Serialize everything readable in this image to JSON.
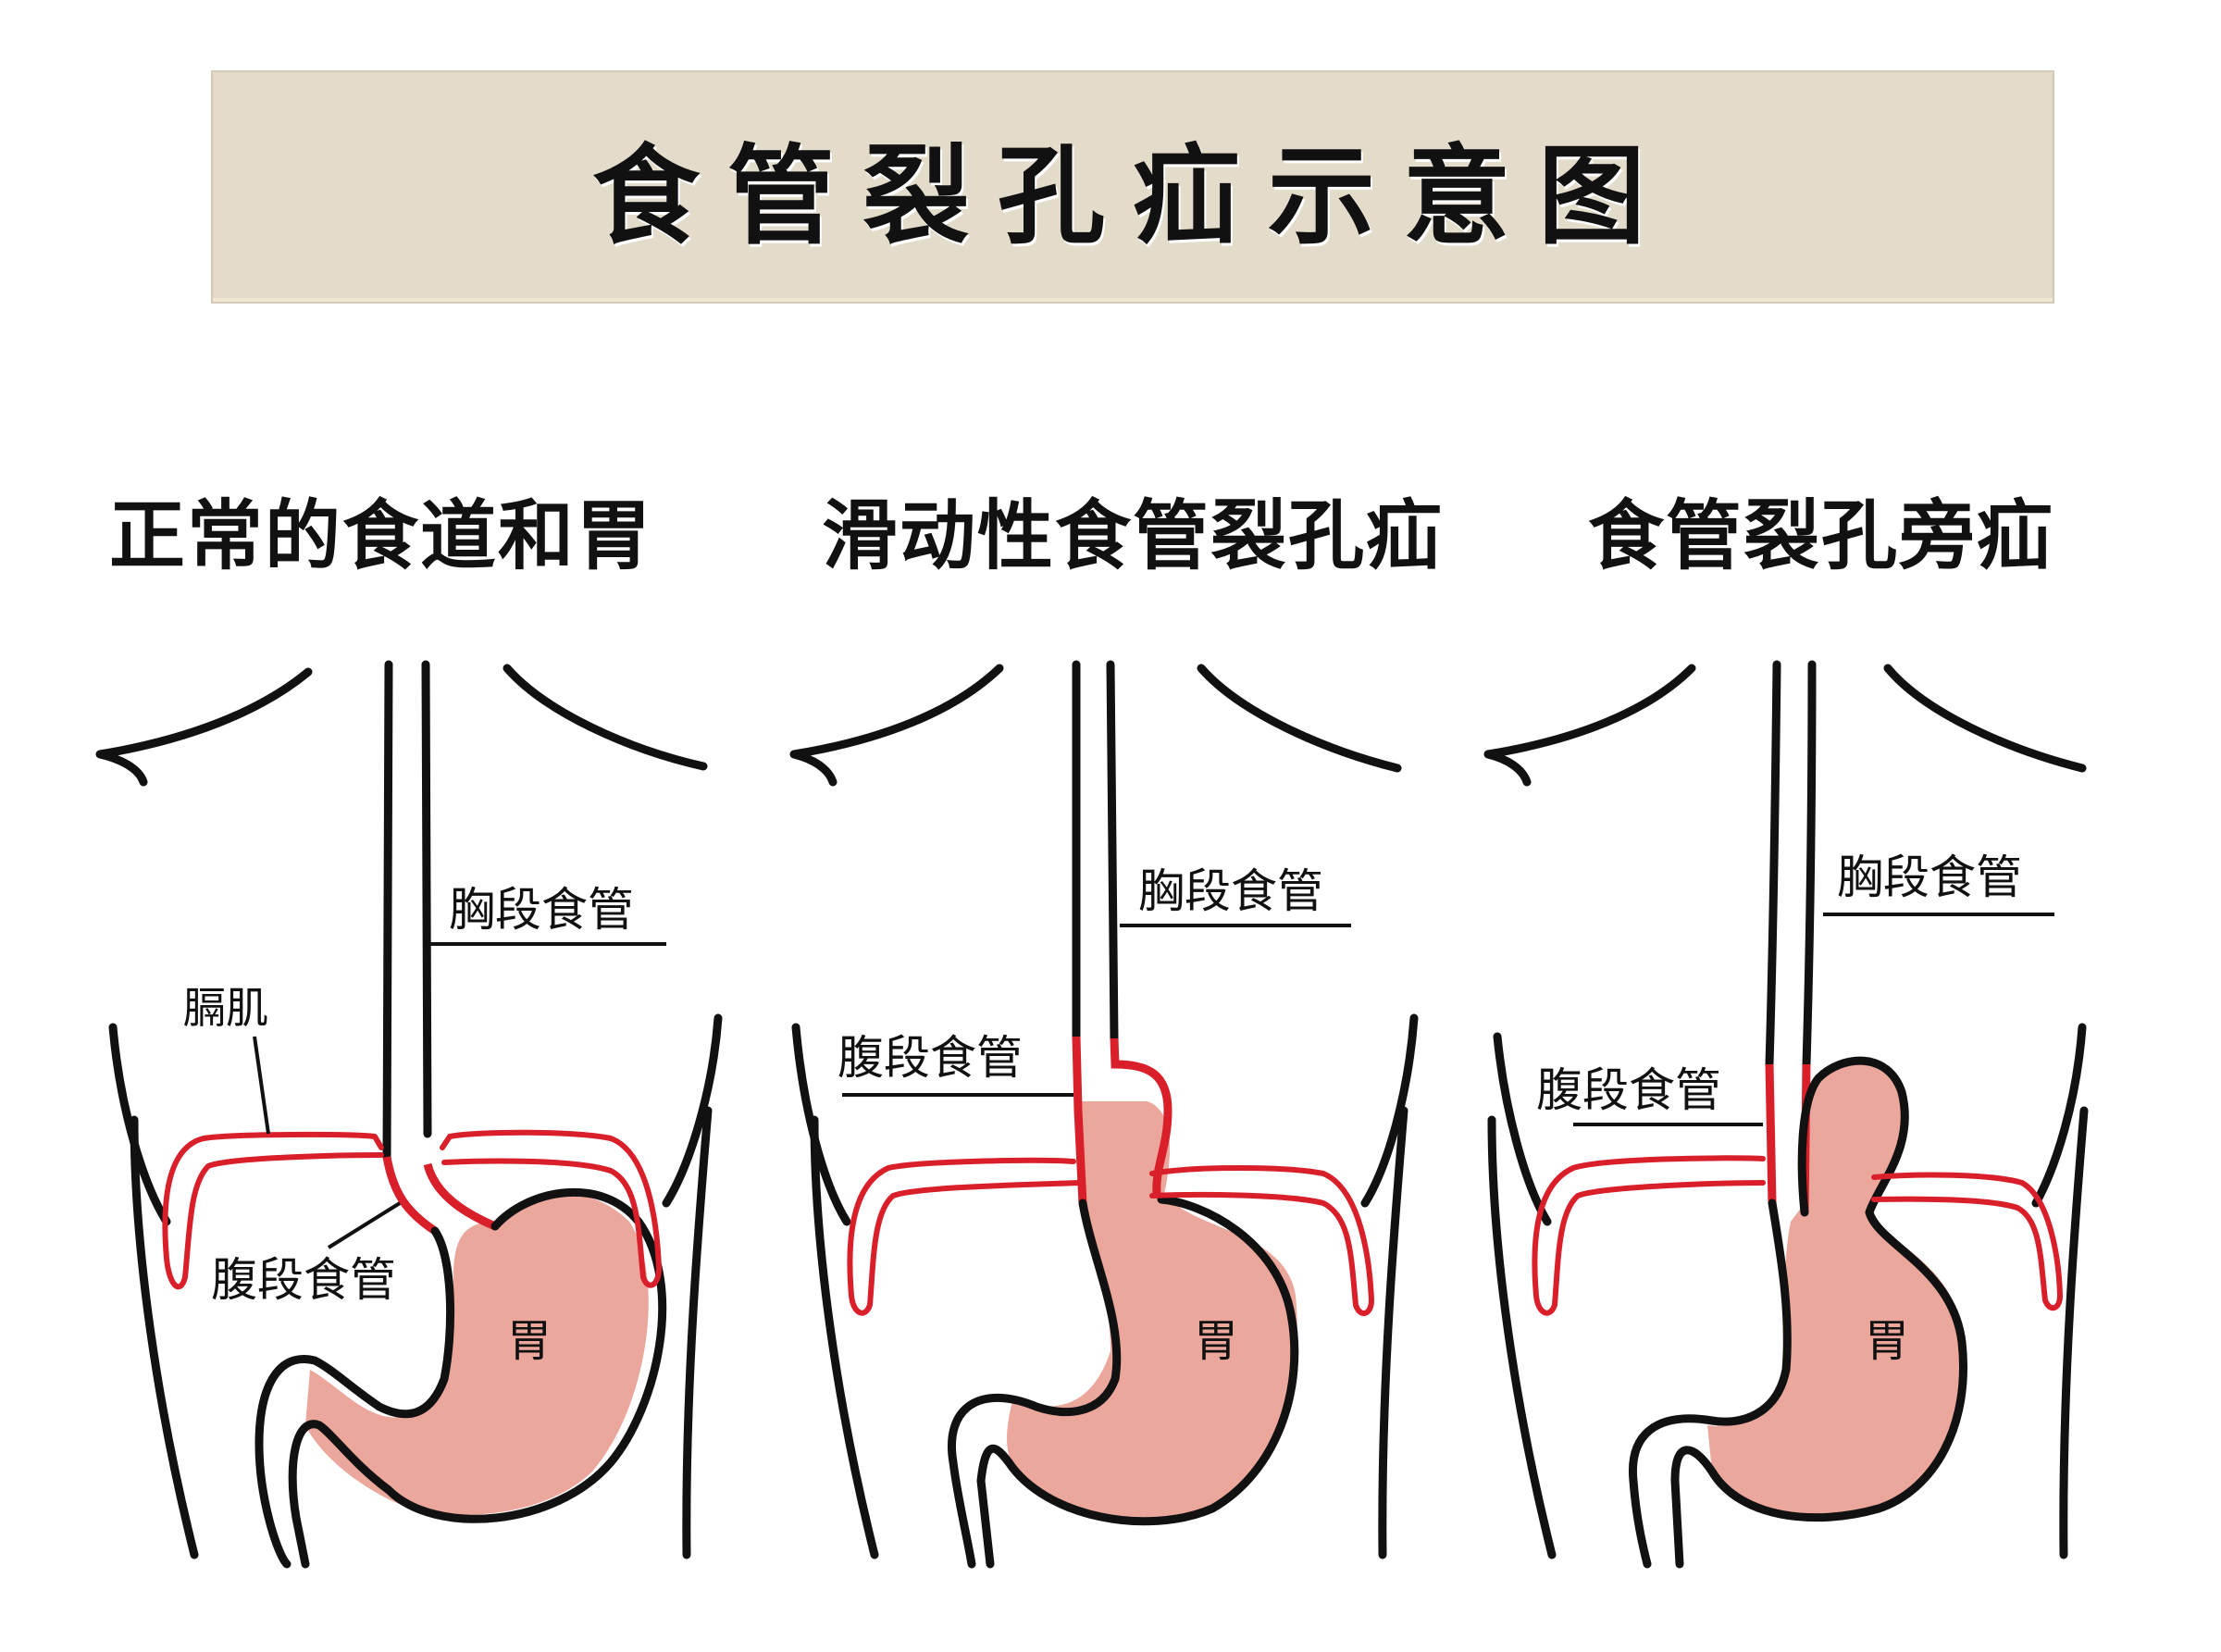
{
  "title": "食管裂孔疝示意图",
  "colors": {
    "title_bg": "#e3dccb",
    "stomach_fill": "#eba79c",
    "diaphragm_red": "#d81f2a",
    "outline": "#111111"
  },
  "panels": [
    {
      "heading": "正常的食道和胃",
      "labels": {
        "thoracic_esophagus": "胸段食管",
        "diaphragm": "膈肌",
        "abdominal_esophagus": "腹段食管",
        "stomach": "胃"
      }
    },
    {
      "heading": "滑动性食管裂孔疝",
      "labels": {
        "thoracic_esophagus": "胸段食管",
        "abdominal_esophagus": "腹段食管",
        "stomach": "胃"
      }
    },
    {
      "heading": "食管裂孔旁疝",
      "labels": {
        "thoracic_esophagus": "胸段食管",
        "abdominal_esophagus": "腹段食管",
        "stomach": "胃"
      }
    }
  ]
}
